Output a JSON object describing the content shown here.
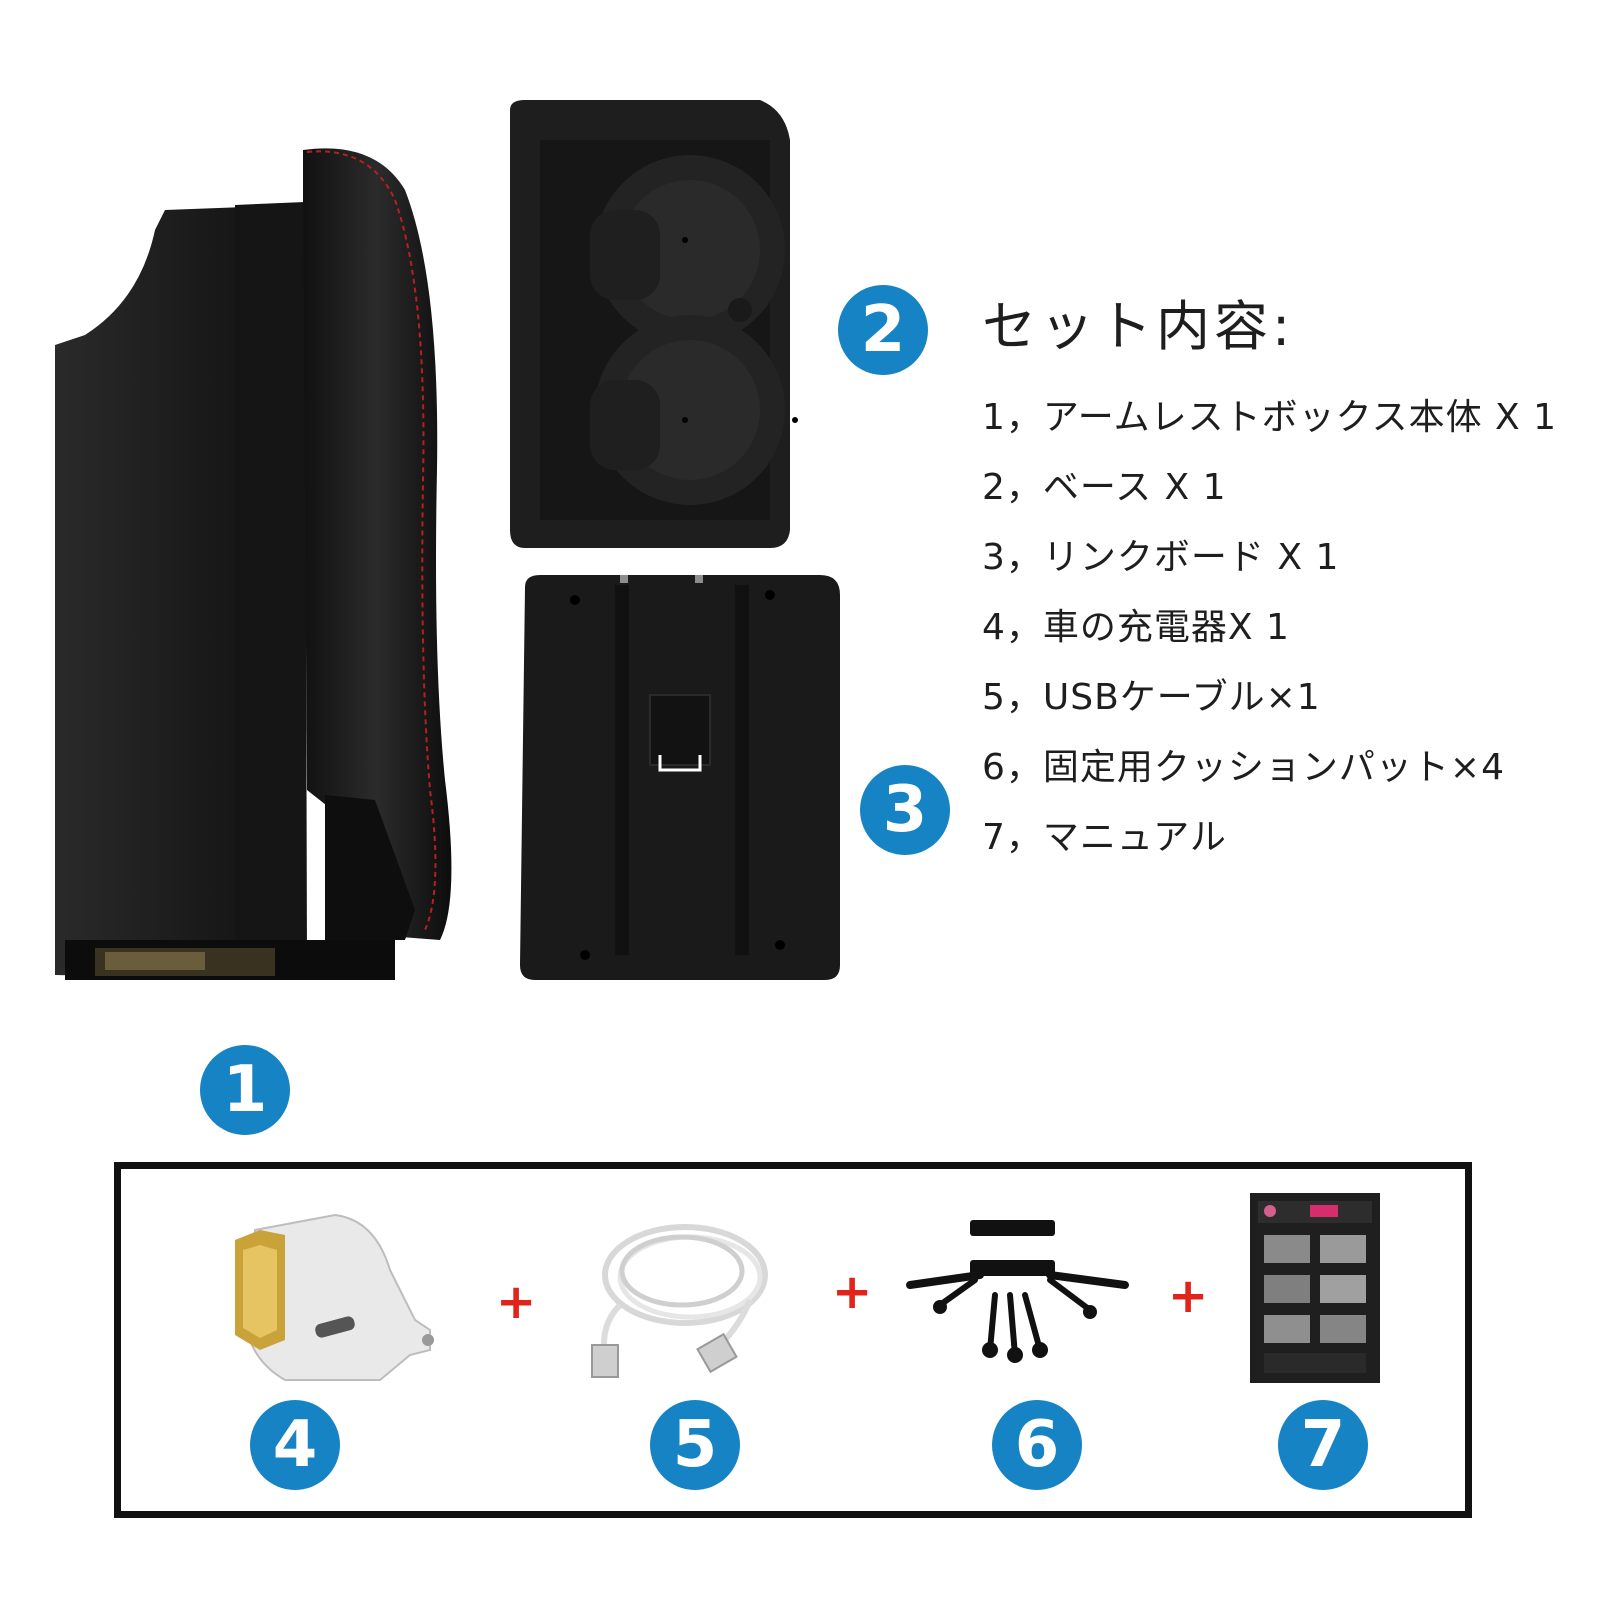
{
  "colors": {
    "badge_blue": "#1683c4",
    "plus_red": "#e2231a",
    "box_border": "#111111"
  },
  "badges": [
    "1",
    "2",
    "3",
    "4",
    "5",
    "6",
    "7"
  ],
  "set_contents": {
    "title": "セット内容:",
    "items": [
      "1，アームレストボックス本体 X 1",
      "2，ベース X 1",
      "3，リンクボード X 1",
      "4，車の充電器X 1",
      "5，USBケーブル×1",
      "6，固定用クッションパット×4",
      "7，マニュアル"
    ]
  },
  "accessories_box": {
    "separator": "+"
  },
  "icons": {
    "armrest": "armrest-box-icon",
    "base": "cup-holder-base-icon",
    "link_board": "link-board-icon",
    "charger": "car-charger-icon",
    "cable": "usb-cable-icon",
    "screws": "cushion-pad-screws-icon",
    "manual": "manual-booklet-icon"
  }
}
